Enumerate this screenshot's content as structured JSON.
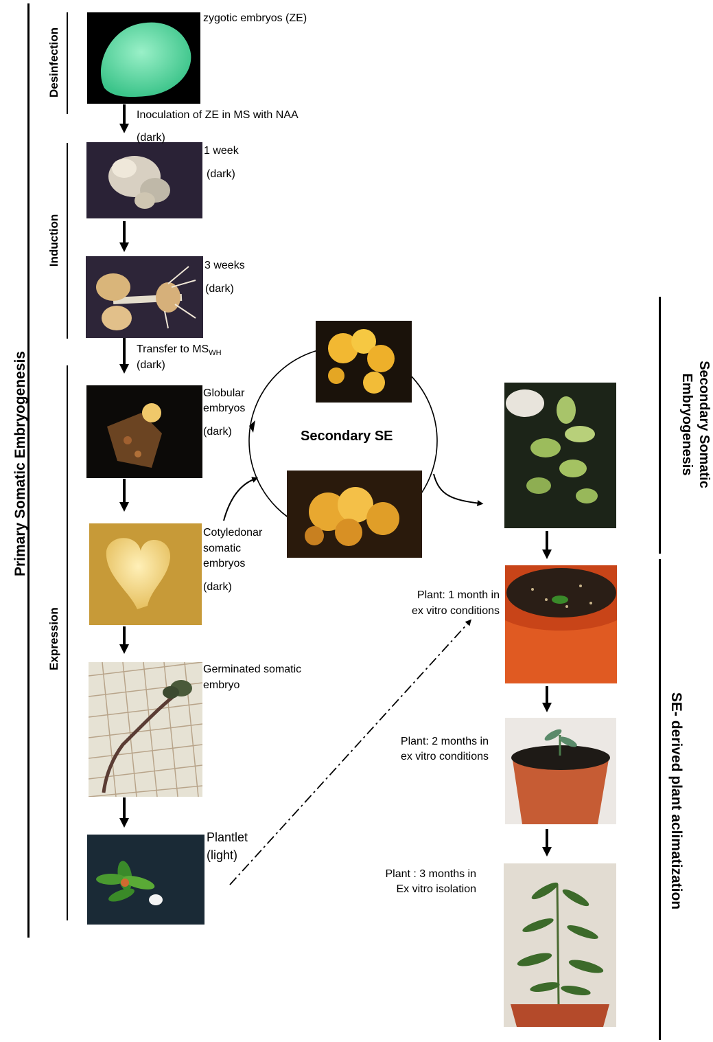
{
  "stages": {
    "primary": "Primary Somatic Embryogenesis",
    "desinfection": "Desinfection",
    "induction": "Induction",
    "expression": "Expression",
    "secondary": "Secondary Somatic Embryogenesis",
    "secondary_line1": "Secondary Somatic",
    "secondary_line2": "Embryogenesis",
    "acclimatization": "SE- derived plant aclimatization"
  },
  "left_steps": {
    "ze": "zygotic  embryos (ZE)",
    "inoculation": "Inoculation of ZE  in MS with NAA",
    "inoculation_dark": "(dark)",
    "week1": "1 week",
    "week1_dark": "(dark)",
    "week3": "3 weeks",
    "week3_dark": "(dark)",
    "transfer": "Transfer to MS",
    "transfer_sub": "WH",
    "transfer_dark": "(dark)",
    "globular_1": "Globular",
    "globular_2": "embryos",
    "globular_dark": "(dark)",
    "cotyledonar_1": "Cotyledonar",
    "cotyledonar_2": "somatic",
    "cotyledonar_3": "embryos",
    "cotyledonar_dark": "(dark)",
    "germinated_1": "Germinated somatic",
    "germinated_2": "embryo",
    "plantlet_1": "Plantlet",
    "plantlet_2": "(light)"
  },
  "center": {
    "secondary_se": "Secondary SE"
  },
  "right_steps": {
    "m1_1": "Plant: 1 month in",
    "m1_2": "ex vitro conditions",
    "m2_1": "Plant: 2 months in",
    "m2_2": "ex vitro conditions",
    "m3_1": "Plant : 3 months in",
    "m3_2": "Ex vitro isolation"
  }
}
